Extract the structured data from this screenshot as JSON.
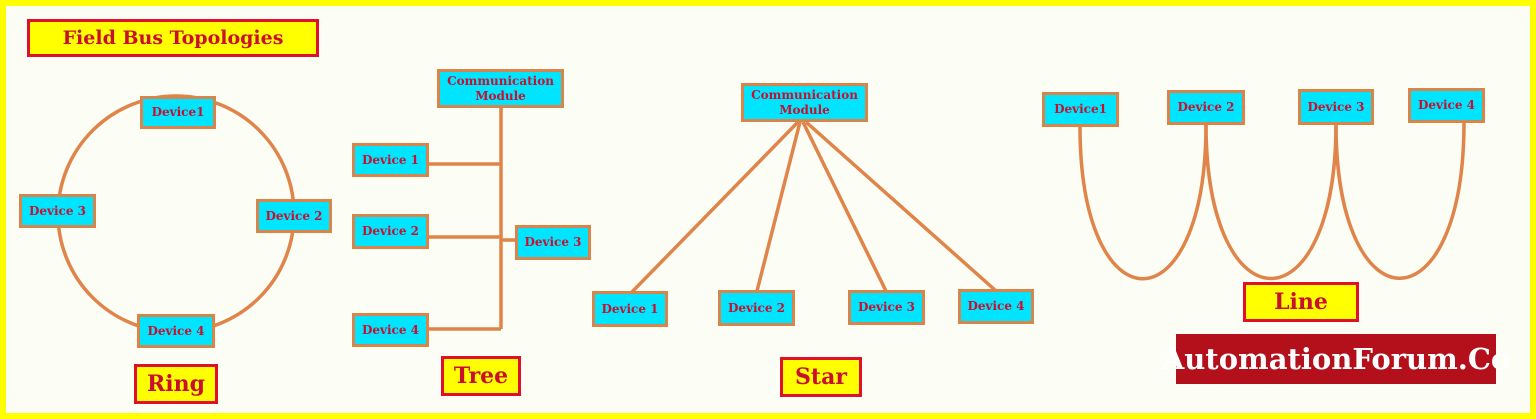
{
  "title": "Field Bus Topologies",
  "ring": {
    "caption": "Ring",
    "device1": "Device1",
    "device2": "Device 2",
    "device3": "Device 3",
    "device4": "Device 4"
  },
  "tree": {
    "caption": "Tree",
    "module": "Communication\nModule",
    "device1": "Device 1",
    "device2": "Device 2",
    "device3": "Device 3",
    "device4": "Device 4"
  },
  "star": {
    "caption": "Star",
    "module": "Communication\nModule",
    "device1": "Device 1",
    "device2": "Device 2",
    "device3": "Device 3",
    "device4": "Device 4"
  },
  "line": {
    "caption": "Line",
    "device1": "Device1",
    "device2": "Device 2",
    "device3": "Device 3",
    "device4": "Device 4"
  },
  "brand": "AutomationForum.Co",
  "colors": {
    "border_frame": "#ffff00",
    "node_fill": "#00e5ff",
    "node_border": "#d8844a",
    "wire": "#e0844a",
    "text_red": "#c8102e",
    "brand_bg": "#b3101c"
  }
}
